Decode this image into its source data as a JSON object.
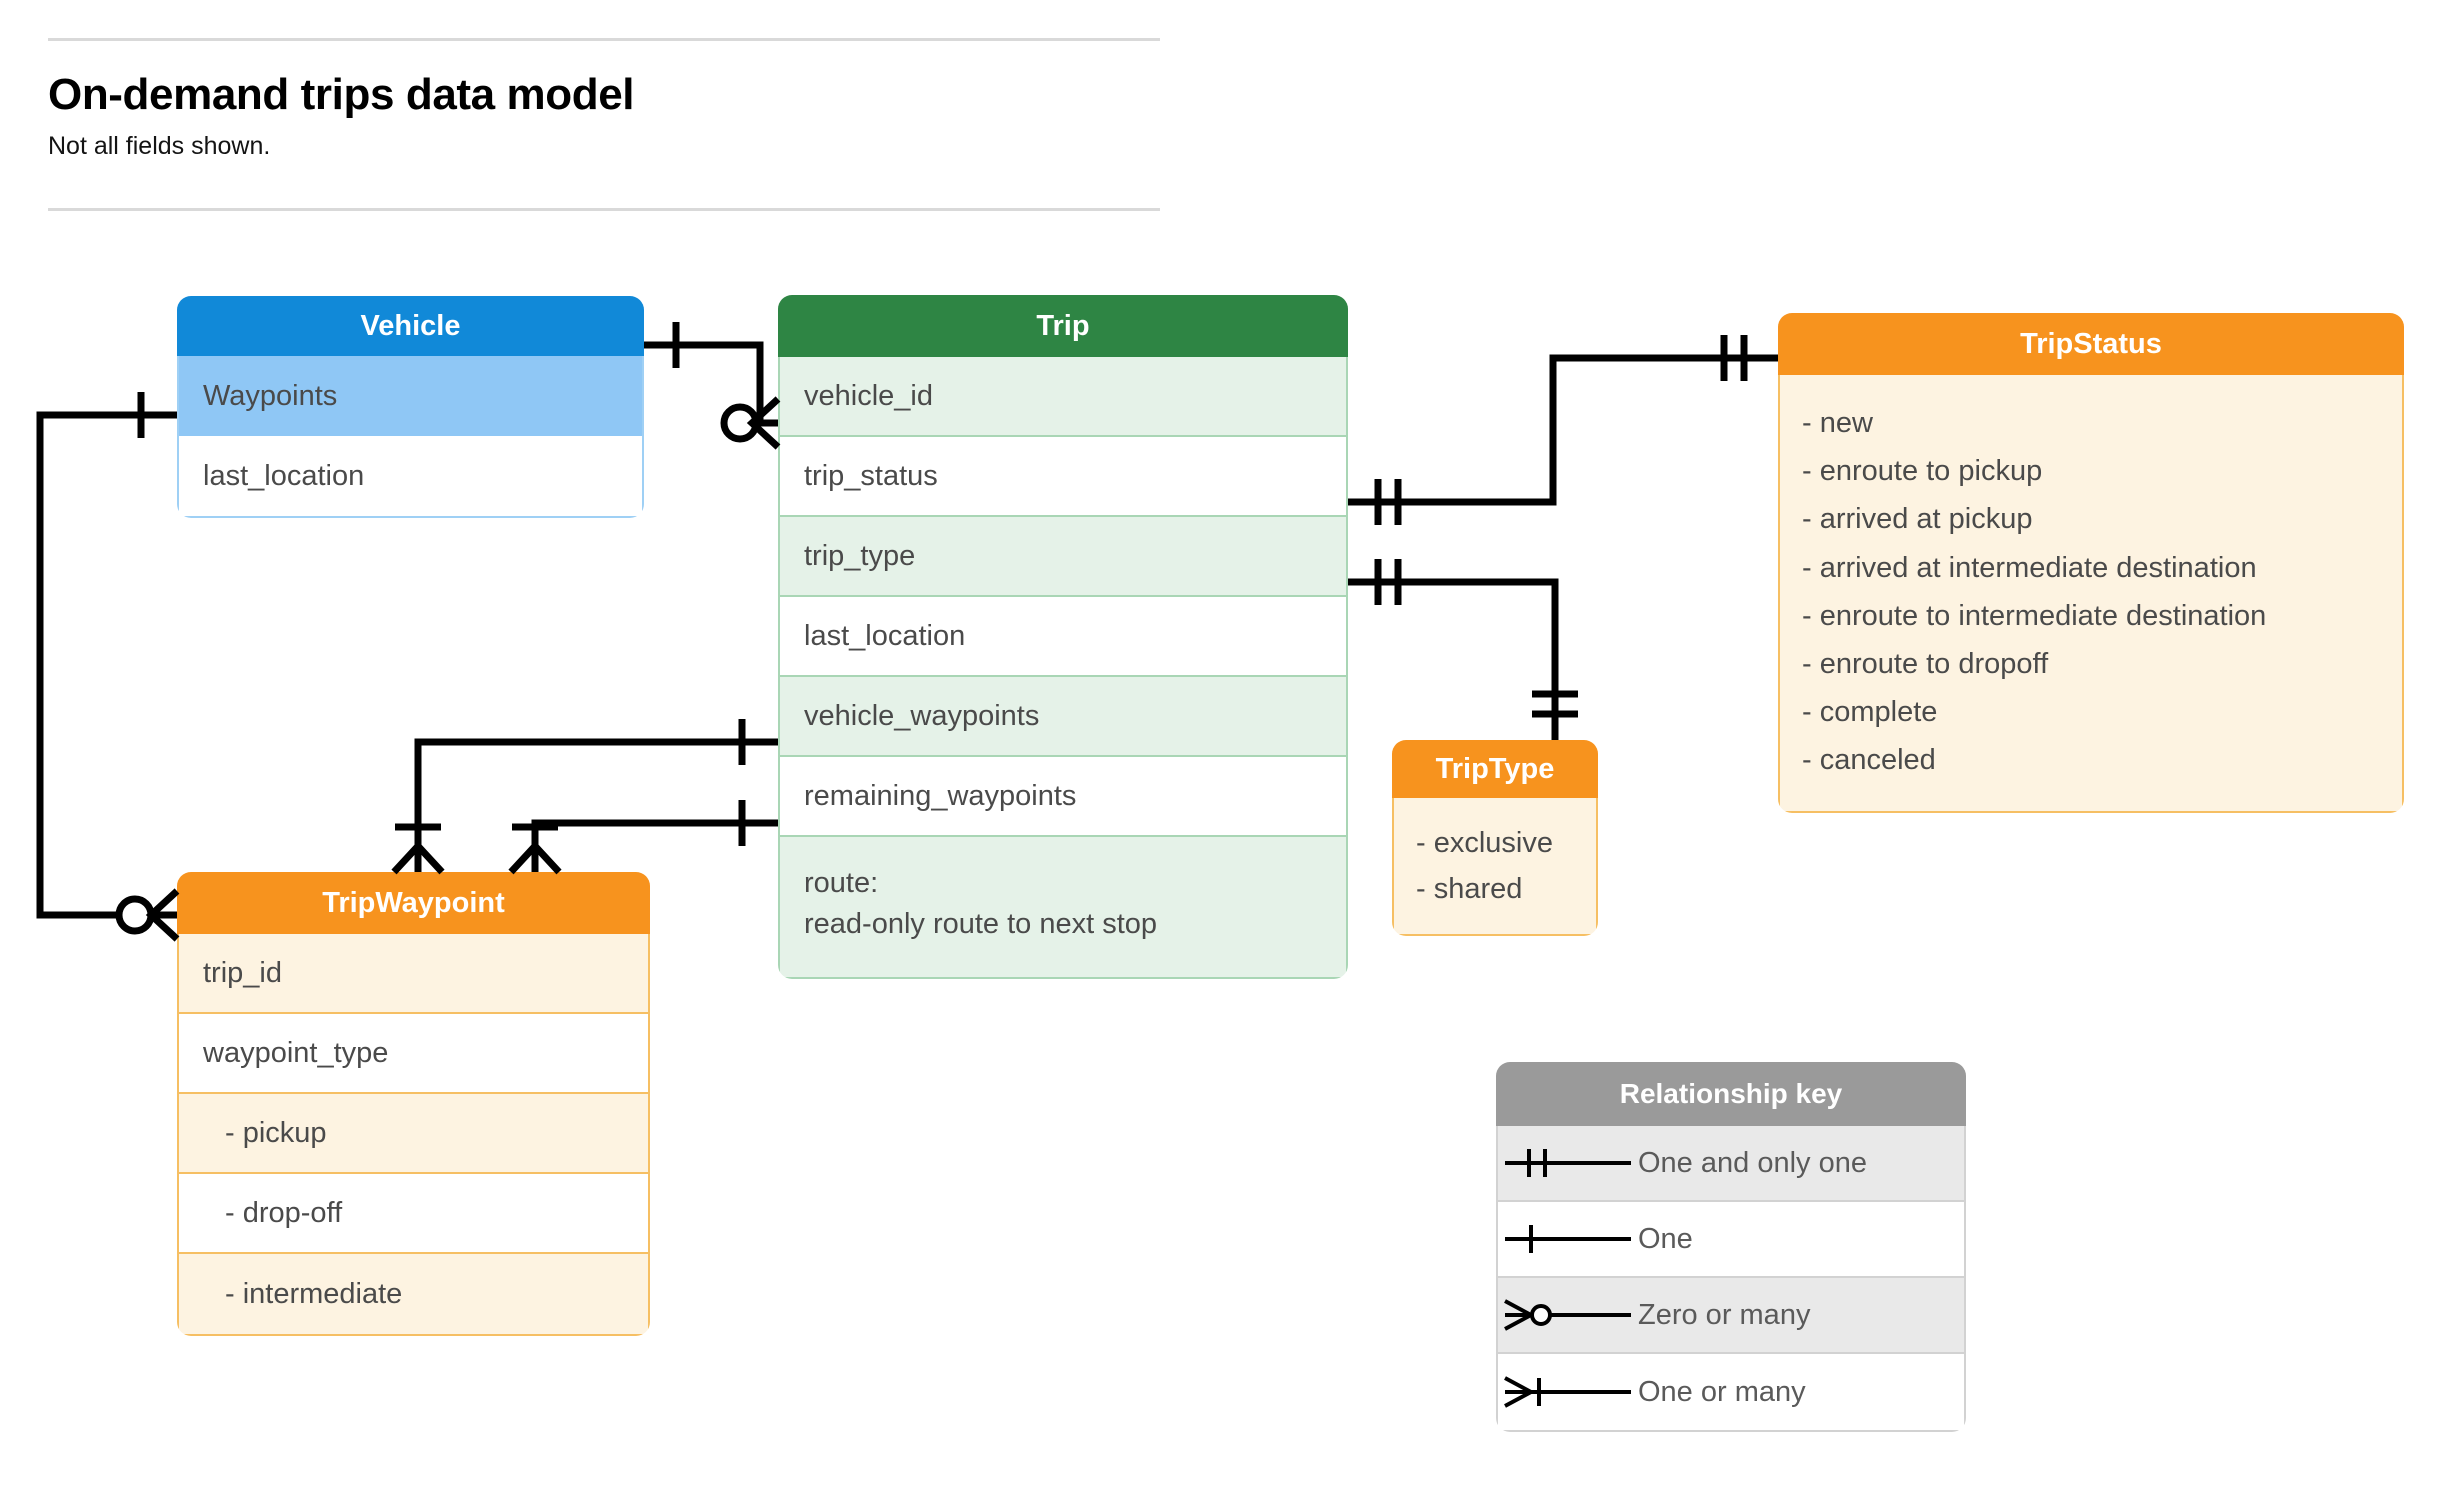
{
  "header": {
    "title": "On-demand trips data model",
    "subtitle": "Not all fields shown."
  },
  "entities": {
    "vehicle": {
      "name": "Vehicle",
      "header_color": "#1189d8",
      "rows": [
        {
          "label": "Waypoints"
        },
        {
          "label": "last_location"
        }
      ]
    },
    "trip": {
      "name": "Trip",
      "header_color": "#2e8544",
      "rows": [
        {
          "label": "vehicle_id"
        },
        {
          "label": "trip_status"
        },
        {
          "label": "trip_type"
        },
        {
          "label": "last_location"
        },
        {
          "label": "vehicle_waypoints"
        },
        {
          "label": "remaining_waypoints"
        },
        {
          "label": "route:",
          "label2": "read-only route to next stop"
        }
      ]
    },
    "trip_status": {
      "name": "TripStatus",
      "header_color": "#f7931e",
      "values": [
        "- new",
        "- enroute to pickup",
        "- arrived at pickup",
        "- arrived at intermediate destination",
        "- enroute to intermediate destination",
        "- enroute to dropoff",
        "- complete",
        "- canceled"
      ]
    },
    "trip_type": {
      "name": "TripType",
      "header_color": "#f7931e",
      "values": [
        "- exclusive",
        "- shared"
      ]
    },
    "trip_waypoint": {
      "name": "TripWaypoint",
      "header_color": "#f7931e",
      "rows": [
        {
          "label": "trip_id"
        },
        {
          "label": "waypoint_type"
        },
        {
          "label": "-  pickup"
        },
        {
          "label": "-  drop-off"
        },
        {
          "label": "-  intermediate"
        }
      ]
    }
  },
  "relationship_key": {
    "title": "Relationship key",
    "header_color": "#9a9a9a",
    "items": [
      {
        "glyph": "one-and-only-one-icon",
        "label": "One and only one"
      },
      {
        "glyph": "one-icon",
        "label": "One"
      },
      {
        "glyph": "zero-or-many-icon",
        "label": "Zero or many"
      },
      {
        "glyph": "one-or-many-icon",
        "label": "One or many"
      }
    ]
  },
  "relationships": [
    {
      "from": "Vehicle",
      "to": "Trip.vehicle_id",
      "from_cardinality": "One",
      "to_cardinality": "Zero or many"
    },
    {
      "from": "Vehicle.Waypoints",
      "to": "TripWaypoint",
      "from_cardinality": "One",
      "to_cardinality": "Zero or many"
    },
    {
      "from": "Trip.trip_status",
      "to": "TripStatus",
      "from_cardinality": "One and only one",
      "to_cardinality": "One and only one"
    },
    {
      "from": "Trip.trip_type",
      "to": "TripType",
      "from_cardinality": "One and only one",
      "to_cardinality": "One and only one"
    },
    {
      "from": "Trip.vehicle_waypoints",
      "to": "TripWaypoint",
      "from_cardinality": "One",
      "to_cardinality": "One or many"
    },
    {
      "from": "Trip.remaining_waypoints",
      "to": "TripWaypoint",
      "from_cardinality": "One",
      "to_cardinality": "One or many"
    }
  ]
}
